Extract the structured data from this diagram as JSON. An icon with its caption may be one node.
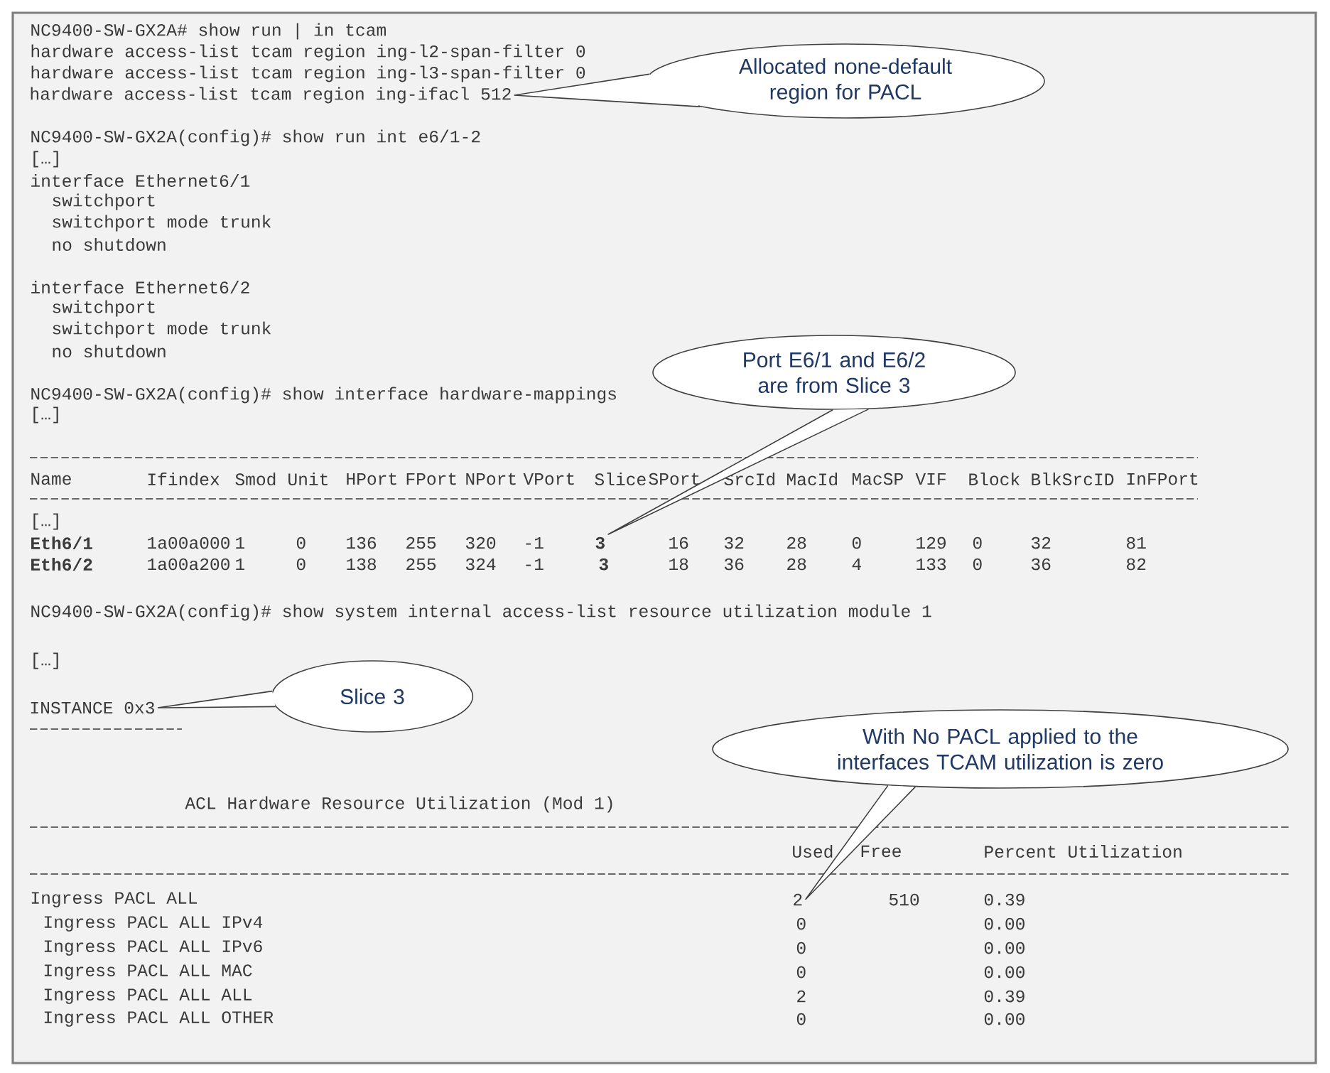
{
  "diagram": {
    "nodes": [
      {
        "text": [
          "Allocated none-default region for PACL"
        ]
      },
      {
        "text": [
          "hardware access-list tcam region ing-ifacl 512"
        ]
      },
      {
        "text": [
          "Port E6/1 and E6/2 are from Slice 3"
        ]
      },
      {
        "text": [
          "3"
        ]
      },
      {
        "text": [
          "INSTANCE 0x3"
        ]
      },
      {
        "text": [
          "Slice 3"
        ]
      },
      {
        "text": [
          "With No PACL applied to the interfaces TCAM utilization is zero"
        ]
      },
      {
        "text": [
          "2"
        ]
      }
    ],
    "edges": [
      {
        "from": 0,
        "to": 1,
        "arrow": "none"
      },
      {
        "from": 2,
        "to": 3,
        "arrow": "none"
      },
      {
        "from": 5,
        "to": 4,
        "arrow": "none"
      },
      {
        "from": 6,
        "to": 7,
        "arrow": "none"
      }
    ],
    "labels": [
      "NC9400-SW-GX2A# show run | in tcam",
      "hardware access-list tcam region ing-l2-span-filter 0",
      "hardware access-list tcam region ing-l3-span-filter 0",
      "NC9400-SW-GX2A(config)# show run int e6/1-2",
      "[…]",
      "interface Ethernet6/1",
      "switchport",
      "switchport mode trunk",
      "no shutdown",
      "interface Ethernet6/2",
      "switchport",
      "switchport mode trunk",
      "no shutdown",
      "NC9400-SW-GX2A(config)# show interface hardware-mappings",
      "[…]",
      "Name",
      "Ifindex",
      "Smod",
      "Unit",
      "HPort",
      "FPort",
      "NPort",
      "VPort",
      "Slice",
      "SPort",
      "SrcId",
      "MacId",
      "MacSP",
      "VIF",
      "Block",
      "BlkSrcID",
      "InFPort",
      "[…]",
      "Eth6/1",
      "1a00a000",
      "1",
      "0",
      "136",
      "255",
      "320",
      "-1",
      "16",
      "32",
      "28",
      "0",
      "129",
      "0",
      "32",
      "81",
      "Eth6/2",
      "1a00a200",
      "1",
      "0",
      "138",
      "255",
      "324",
      "-1",
      "3",
      "18",
      "36",
      "28",
      "4",
      "133",
      "0",
      "36",
      "82",
      "NC9400-SW-GX2A(config)# show system internal access-list resource utilization module 1",
      "[…]",
      "ACL Hardware Resource Utilization (Mod 1)",
      "Used",
      "Free",
      "Percent Utilization",
      "Ingress PACL ALL",
      "510",
      "0.39",
      "Ingress PACL ALL IPv4",
      "0",
      "0.00",
      "Ingress PACL ALL IPv6",
      "0",
      "0.00",
      "Ingress PACL ALL MAC",
      "0",
      "0.00",
      "Ingress PACL ALL ALL",
      "2",
      "0.39",
      "Ingress PACL ALL OTHER",
      "0",
      "0.00"
    ]
  }
}
